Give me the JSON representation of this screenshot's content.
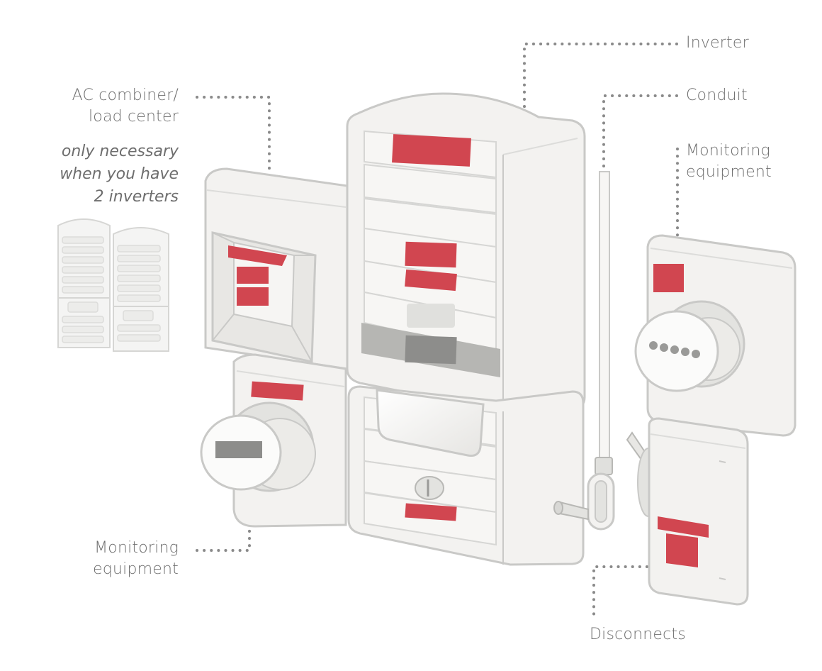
{
  "labels": {
    "inverter": "Inverter",
    "conduit": "Conduit",
    "monitoring_right": [
      "Monitoring",
      "equipment"
    ],
    "ac_combiner": [
      "AC combiner/",
      "load center"
    ],
    "ac_combiner_note": [
      "only necessary",
      "when you have",
      "2 inverters"
    ],
    "monitoring_left": [
      "Monitoring",
      "equipment"
    ],
    "disconnects": "Disconnects"
  },
  "colors": {
    "accent_red": "#d14650",
    "outline": "#c9c9c7",
    "body_fill": "#f3f2f0",
    "leader_dots": "#8a8a8a",
    "label_text": "#6e6e6e"
  }
}
